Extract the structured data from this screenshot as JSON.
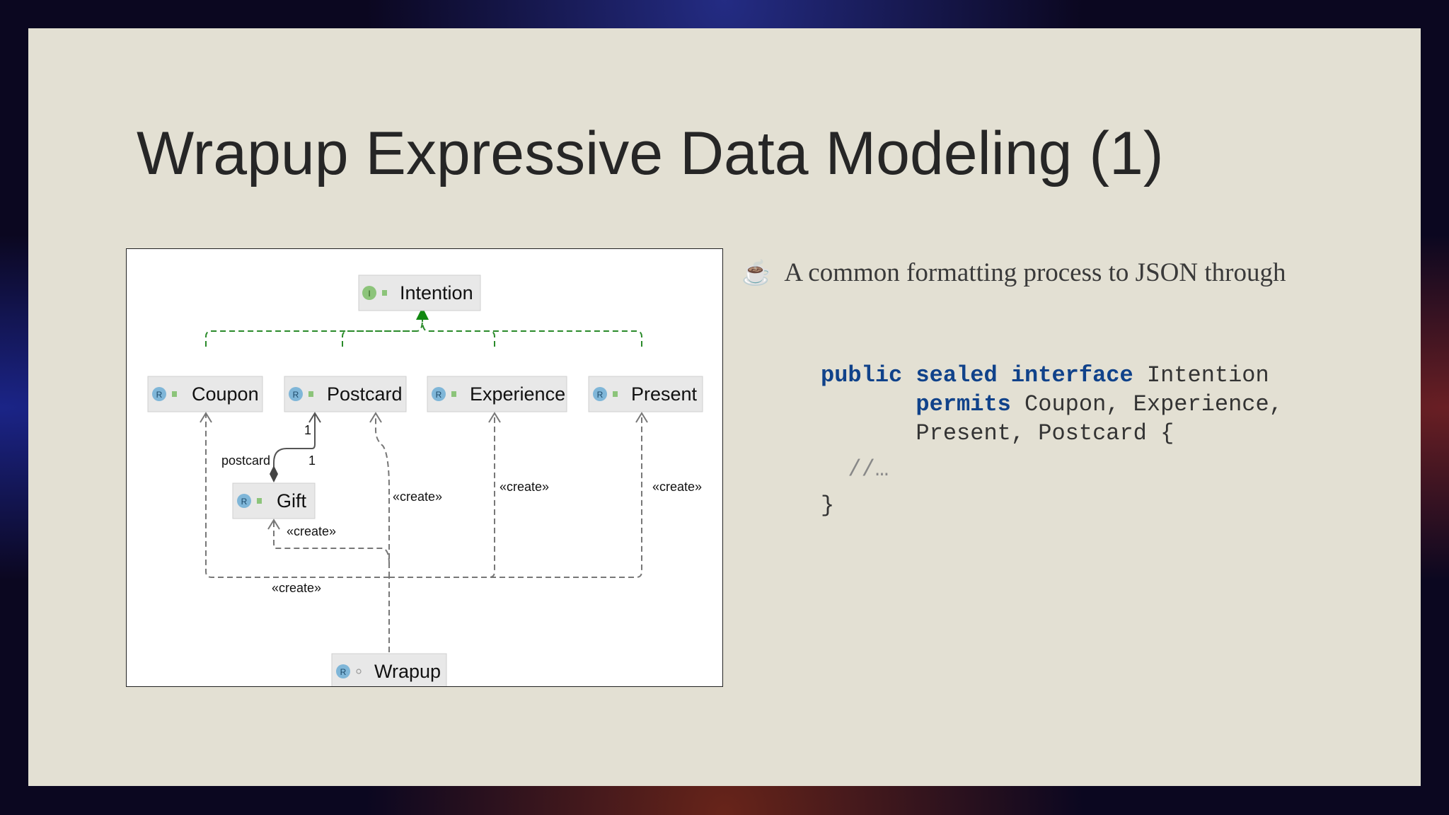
{
  "slide": {
    "title": "Wrapup Expressive Data Modeling (1)"
  },
  "diagram": {
    "nodes": {
      "intention": {
        "label": "Intention",
        "badge": "I"
      },
      "coupon": {
        "label": "Coupon",
        "badge": "R"
      },
      "postcard": {
        "label": "Postcard",
        "badge": "R"
      },
      "experience": {
        "label": "Experience",
        "badge": "R"
      },
      "present": {
        "label": "Present",
        "badge": "R"
      },
      "gift": {
        "label": "Gift",
        "badge": "R"
      },
      "wrapup": {
        "label": "Wrapup",
        "badge": "R"
      }
    },
    "edge_labels": {
      "postcard_role": "postcard",
      "mult_target": "1",
      "mult_source": "1",
      "create": "«create»"
    },
    "colors": {
      "implements": "#2a8a2a",
      "dependency": "#777777",
      "record_badge": "#7fb6d8",
      "interface_badge": "#8cc47a",
      "node_fill": "#e8e8e8"
    }
  },
  "bullet": {
    "icon": "coffee-cup-icon",
    "text": "A common formatting process to JSON through"
  },
  "code": {
    "kw_public": "public",
    "kw_sealed": "sealed",
    "kw_interface": "interface",
    "type_name": "Intention",
    "kw_permits": "permits",
    "permits_line1": "Coupon, Experience,",
    "permits_line2": "Present, Postcard {",
    "comment": "//…",
    "close": "}"
  }
}
